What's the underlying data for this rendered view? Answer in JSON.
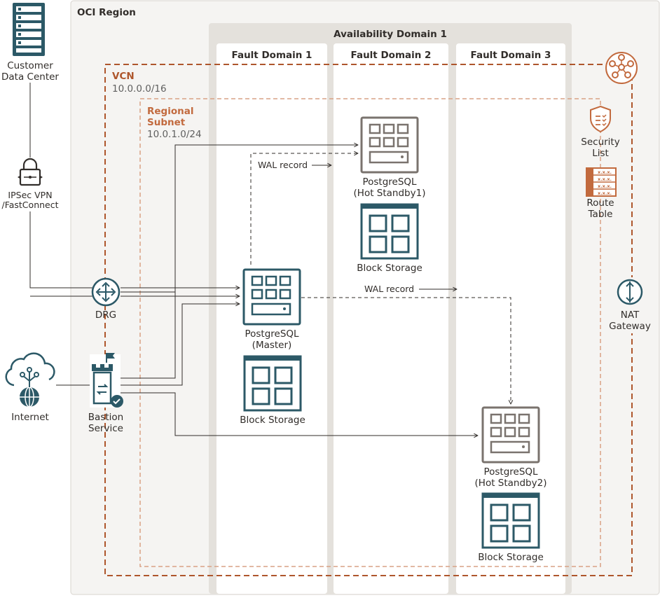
{
  "region": {
    "title": "OCI Region"
  },
  "availability_domain": {
    "title": "Availability Domain 1"
  },
  "fault_domains": [
    "Fault Domain 1",
    "Fault Domain 2",
    "Fault Domain 3"
  ],
  "vcn": {
    "title": "VCN",
    "cidr": "10.0.0.0/16"
  },
  "subnet": {
    "title_line1": "Regional",
    "title_line2": "Subnet",
    "cidr": "10.0.1.0/24"
  },
  "customer_dc": {
    "line1": "Customer",
    "line2": "Data Center"
  },
  "vpn": {
    "line1": "IPSec VPN",
    "line2": "/FastConnect"
  },
  "drg": {
    "label": "DRG"
  },
  "internet": {
    "label": "Internet"
  },
  "bastion": {
    "line1": "Bastion",
    "line2": "Service"
  },
  "security_list": {
    "line1": "Security",
    "line2": "List"
  },
  "route_table": {
    "line1": "Route",
    "line2": "Table",
    "cell_text": "x.x.x."
  },
  "nat": {
    "line1": "NAT",
    "line2": "Gateway"
  },
  "db_master": {
    "line1": "PostgreSQL",
    "line2": "(Master)"
  },
  "db_standby1": {
    "line1": "PostgreSQL",
    "line2": "(Hot Standby1)"
  },
  "db_standby2": {
    "line1": "PostgreSQL",
    "line2": "(Hot Standby2)"
  },
  "storage_label": "Block Storage",
  "wal_label": "WAL record",
  "colors": {
    "region_bg": "#f5f4f2",
    "ad_bg": "#e4e1dc",
    "vcn_line": "#ae562c",
    "subnet_line": "#d9a285",
    "teal_icon": "#2c5967",
    "db_icon": "#7a736e",
    "text": "#312d2a"
  }
}
